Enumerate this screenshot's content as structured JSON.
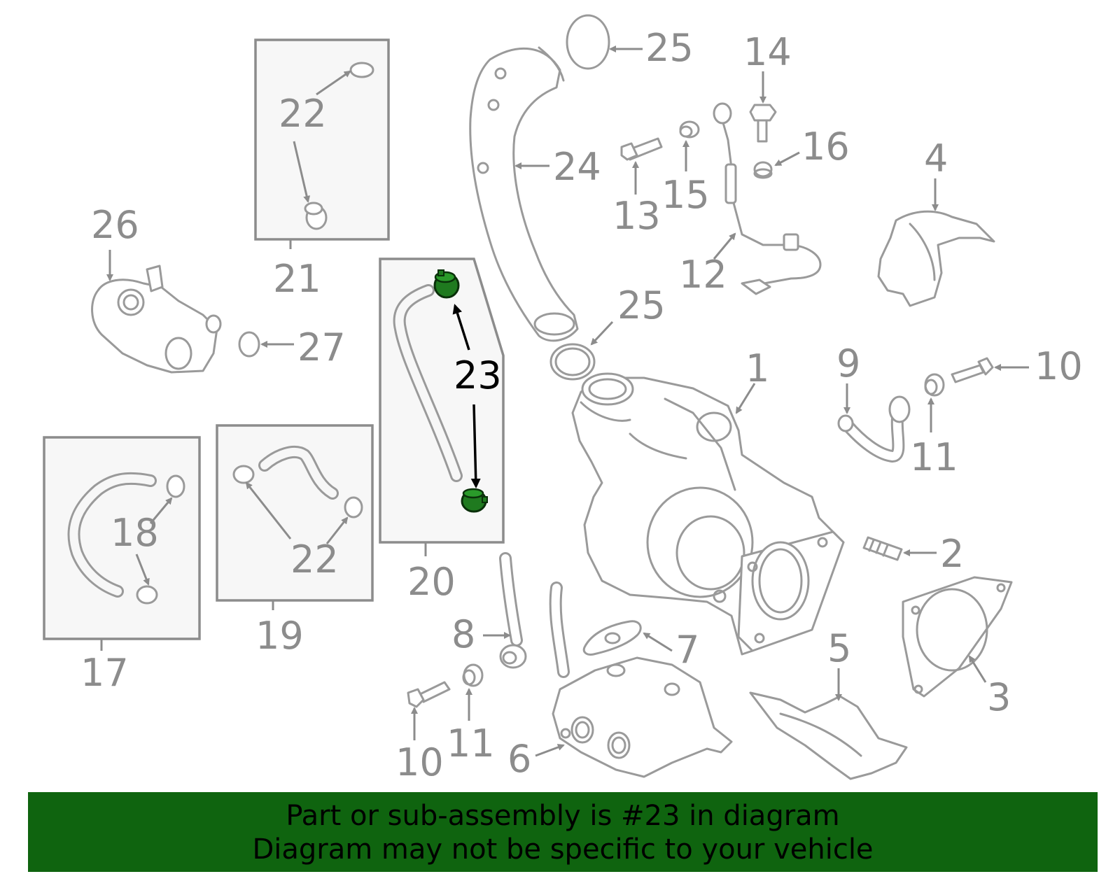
{
  "callouts": {
    "c1": "1",
    "c2": "2",
    "c3": "3",
    "c4": "4",
    "c5": "5",
    "c6": "6",
    "c7": "7",
    "c8": "8",
    "c9": "9",
    "c10a": "10",
    "c10b": "10",
    "c11a": "11",
    "c11b": "11",
    "c12": "12",
    "c13": "13",
    "c14": "14",
    "c15": "15",
    "c16": "16",
    "c17": "17",
    "c18": "18",
    "c19": "19",
    "c20": "20",
    "c21": "21",
    "c22a": "22",
    "c22b": "22",
    "c23": "23",
    "c24": "24",
    "c25a": "25",
    "c25b": "25",
    "c26": "26",
    "c27": "27"
  },
  "banner": {
    "line1": "Part or sub-assembly is #23 in diagram",
    "line2": "Diagram may not be specific to your vehicle"
  },
  "colors": {
    "banner_bg": "#0f640f",
    "highlight": "#1f7a1f",
    "line_gray": "#9a9a9a",
    "label_gray": "#8c8c8c"
  }
}
